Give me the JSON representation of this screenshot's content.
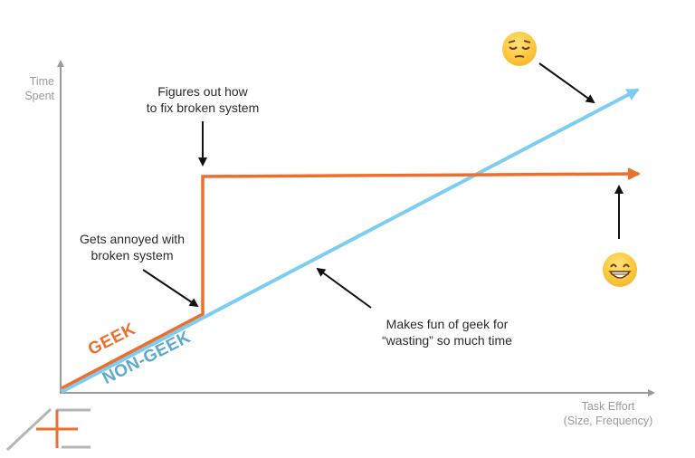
{
  "axes": {
    "y_label_line1": "Time",
    "y_label_line2": "Spent",
    "x_label_line1": "Task Effort",
    "x_label_line2": "(Size, Frequency)"
  },
  "series": {
    "geek": {
      "label": "GEEK",
      "color": "#ee6f2d"
    },
    "non_geek": {
      "label": "NON-GEEK",
      "color": "#7dcdf2"
    }
  },
  "annotations": {
    "fix_line1": "Figures out how",
    "fix_line2": "to fix broken system",
    "annoyed_line1": "Gets annoyed with",
    "annoyed_line2": "broken system",
    "mock_line1": "Makes fun of geek for",
    "mock_line2": "“wasting” so much time"
  },
  "emojis": {
    "sad": "pensive-face",
    "happy": "grinning-face"
  },
  "logo": {
    "text": "AE"
  },
  "colors": {
    "axis": "#9a9a9a",
    "arrow": "#111111",
    "logo_gray": "#b5b5b5",
    "logo_orange": "#ee6f2d"
  }
}
